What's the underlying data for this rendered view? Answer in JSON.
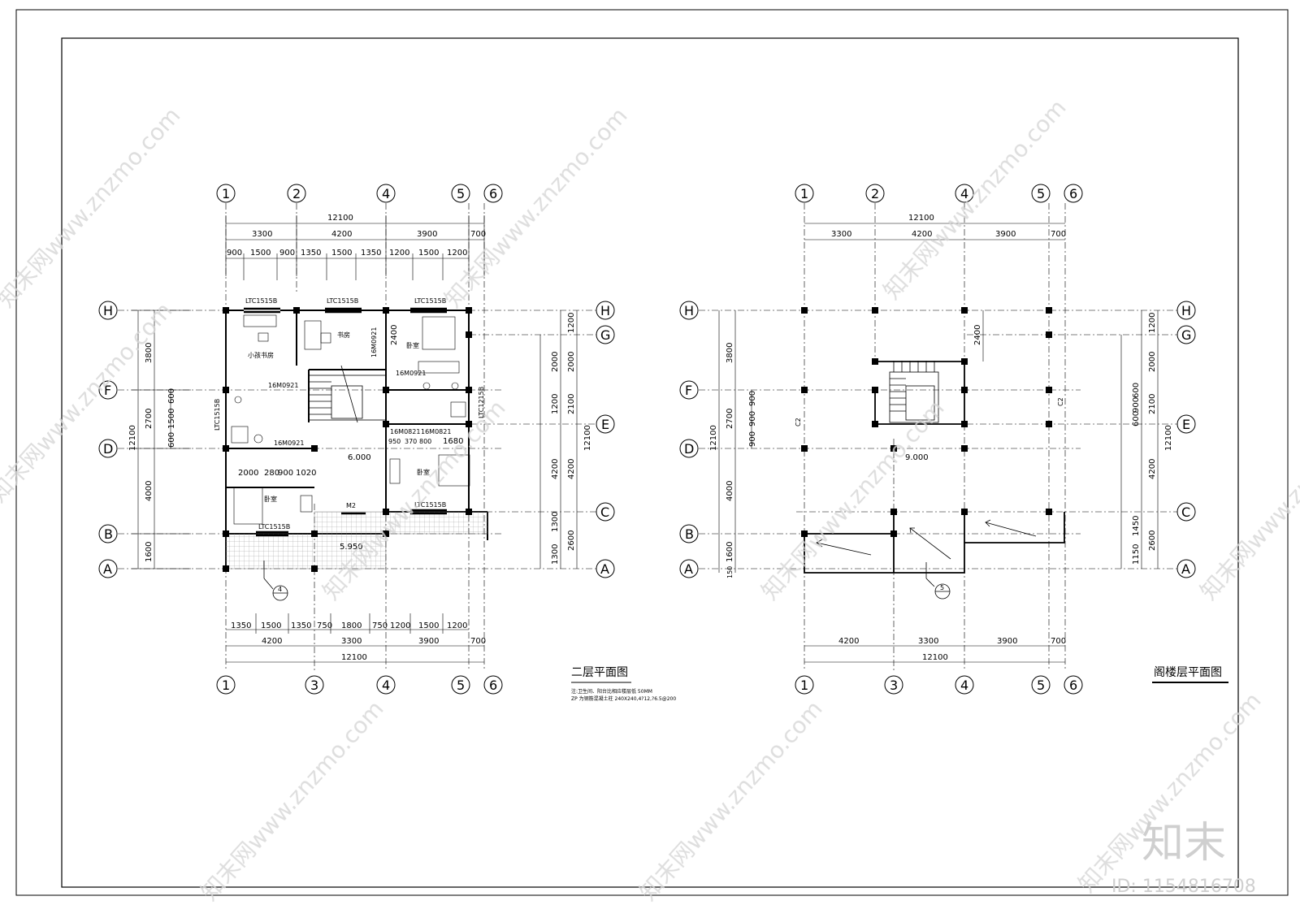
{
  "plans": {
    "left": {
      "title": "二层平面图",
      "note_line1": "注:卫生间、阳台比相应楼层低 50MM",
      "note_line2": "ZP 为钢筋混凝土柱 240X240,4?12,?6.5@200",
      "top_total": "12100",
      "top_bays": [
        "3300",
        "4200",
        "3900",
        "700"
      ],
      "top_windows": [
        "900",
        "1500",
        "900",
        "1350",
        "1500",
        "1350",
        "1200",
        "1500",
        "1200"
      ],
      "bottom_windows": [
        "1350",
        "1500",
        "1350",
        "750",
        "1800",
        "750",
        "1200",
        "1500",
        "1200"
      ],
      "bottom_bays": [
        "4200",
        "3300",
        "3900",
        "700"
      ],
      "bottom_total": "12100",
      "top_axes": [
        "1",
        "2",
        "4",
        "5",
        "6"
      ],
      "bottom_axes": [
        "1",
        "3",
        "4",
        "5",
        "6"
      ],
      "row_axes": [
        "H",
        "G",
        "F",
        "E",
        "D",
        "C",
        "B",
        "A"
      ],
      "left_dims": [
        "3800",
        "2700",
        "4000",
        "1600"
      ],
      "left_total": "12100",
      "left_sub": [
        "600",
        "1500",
        "600"
      ],
      "right_dims_outer": [
        "1200",
        "2000",
        "2100",
        "4200",
        "2600"
      ],
      "right_dims_inner": [
        "2000",
        "1200",
        "4200",
        "1300",
        "1300"
      ],
      "right_total": "12100",
      "rooms": [
        "小孩书房",
        "书房",
        "卧室",
        "卧室",
        "卧室"
      ],
      "windows": [
        "LTC1515B",
        "LTC1515B",
        "LTC1515B",
        "LTC1515B",
        "LTC1515B",
        "LTC1515B",
        "LTC1215B"
      ],
      "doors": [
        "16M0921",
        "16M0921",
        "16M0921",
        "16M0921",
        "16M0821",
        "16M0821",
        "M2"
      ],
      "elevations": [
        "6.000",
        "5.950"
      ],
      "inner_dims": [
        "2000",
        "280",
        "900",
        "1020",
        "1680",
        "950",
        "370",
        "800",
        "2400"
      ],
      "section_ref": "4"
    },
    "right": {
      "title": "阁楼层平面图",
      "top_total": "12100",
      "top_bays": [
        "3300",
        "4200",
        "3900",
        "700"
      ],
      "bottom_bays": [
        "4200",
        "3300",
        "3900",
        "700"
      ],
      "bottom_total": "12100",
      "top_axes": [
        "1",
        "2",
        "4",
        "5",
        "6"
      ],
      "bottom_axes": [
        "1",
        "3",
        "4",
        "5",
        "6"
      ],
      "row_axes": [
        "H",
        "G",
        "F",
        "E",
        "D",
        "C",
        "B",
        "A"
      ],
      "left_dims": [
        "3800",
        "2700",
        "4000",
        "1600",
        "150"
      ],
      "left_total": "12100",
      "left_sub": [
        "900",
        "900",
        "900"
      ],
      "right_dims_outer": [
        "1200",
        "2000",
        "2100",
        "4200",
        "2600"
      ],
      "right_dims_inner": [
        "600",
        "900",
        "600",
        "1450",
        "1150"
      ],
      "right_total": "12100",
      "elevation": "9.000",
      "labels": [
        "C2",
        "C2"
      ],
      "dim_2400": "2400",
      "section_ref": "5"
    }
  },
  "watermark": "知末网www.znzmo.com",
  "logo": "知末",
  "id_label": "ID: 1154816708"
}
